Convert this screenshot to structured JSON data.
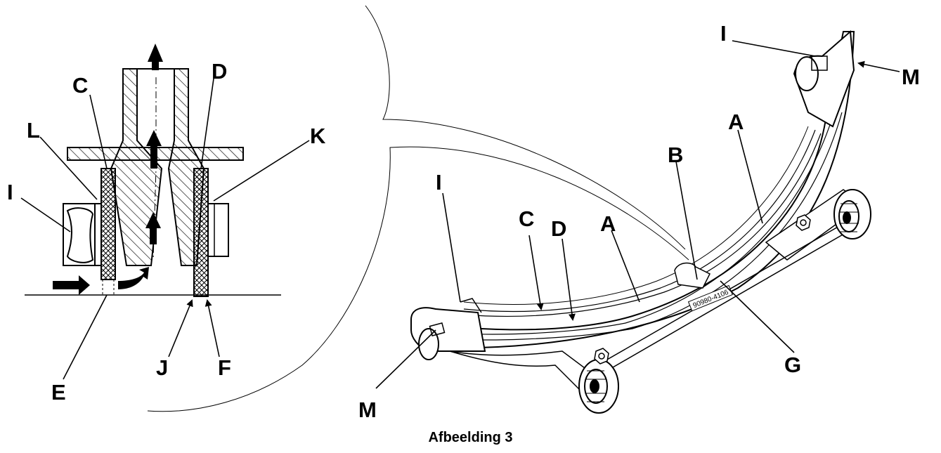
{
  "caption": "Afbeelding 3",
  "section_view": {
    "labels": {
      "C": "C",
      "D": "D",
      "L": "L",
      "K": "K",
      "I": "I",
      "E": "E",
      "J": "J",
      "F": "F"
    }
  },
  "assembly_view": {
    "labels": {
      "I_left": "I",
      "I_right": "I",
      "M_left": "M",
      "M_right": "M",
      "A_left": "A",
      "A_right": "A",
      "B": "B",
      "C": "C",
      "D": "D",
      "G": "G"
    },
    "part_marking": "90980-4106"
  },
  "colors": {
    "line": "#000000",
    "background": "#ffffff"
  }
}
